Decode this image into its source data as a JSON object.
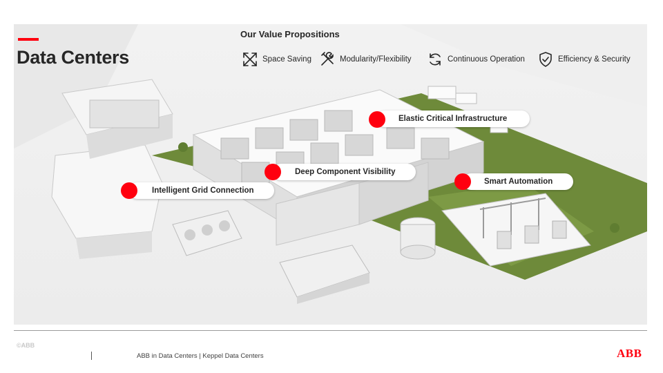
{
  "page": {
    "title": "Data Centers"
  },
  "value_propositions": {
    "heading": "Our Value Propositions",
    "items": [
      {
        "label": "Space Saving",
        "icon": "expand-arrows-icon"
      },
      {
        "label": "Modularity/Flexibility",
        "icon": "tools-icon"
      },
      {
        "label": "Continuous Operation",
        "icon": "refresh-cycle-icon"
      },
      {
        "label": "Efficiency & Security",
        "icon": "shield-check-icon"
      }
    ]
  },
  "callouts": [
    {
      "label": "Elastic Critical Infrastructure"
    },
    {
      "label": "Deep Component Visibility"
    },
    {
      "label": "Smart Automation"
    },
    {
      "label": "Intelligent Grid Connection"
    }
  ],
  "footer": {
    "copyright": "©ABB",
    "text": "ABB in Data Centers | Keppel Data Centers",
    "logo": "ABB"
  },
  "colors": {
    "accent": "#ff000f",
    "grass": "#6e8a3a",
    "text": "#262626"
  }
}
